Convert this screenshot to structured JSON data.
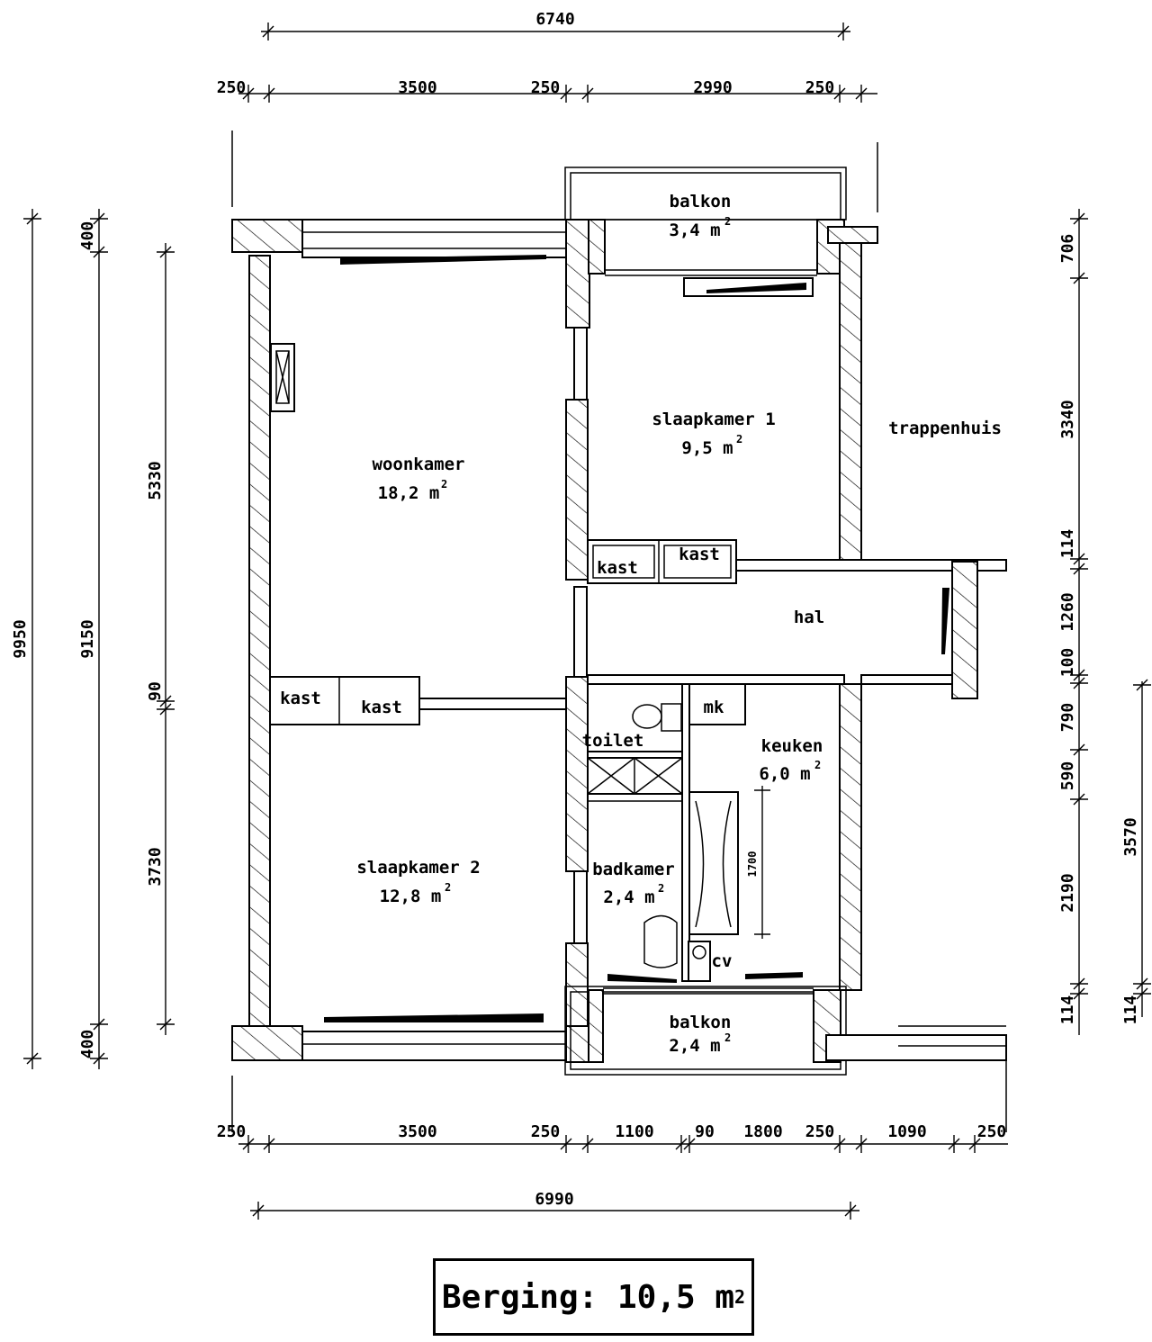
{
  "rooms": {
    "balkon_top": {
      "name": "balkon",
      "area": "3,4 m",
      "unit_sup": "2"
    },
    "slaapkamer1": {
      "name": "slaapkamer 1",
      "area": "9,5 m",
      "unit_sup": "2"
    },
    "trappenhuis": {
      "name": "trappenhuis"
    },
    "woonkamer": {
      "name": "woonkamer",
      "area": "18,2 m",
      "unit_sup": "2"
    },
    "kast1": "kast",
    "kast2": "kast",
    "kast3": "kast",
    "kast4": "kast",
    "hal": "hal",
    "mk": "mk",
    "toilet": "toilet",
    "keuken": {
      "name": "keuken",
      "area": "6,0 m",
      "unit_sup": "2"
    },
    "badkamer": {
      "name": "badkamer",
      "area": "2,4 m",
      "unit_sup": "2"
    },
    "cv": "cv",
    "slaapkamer2": {
      "name": "slaapkamer 2",
      "area": "12,8 m",
      "unit_sup": "2"
    },
    "balkon_bottom": {
      "name": "balkon",
      "area": "2,4 m",
      "unit_sup": "2"
    },
    "bath_dim": "1700"
  },
  "dims": {
    "top_total": "6740",
    "top": [
      "250",
      "3500",
      "250",
      "2990",
      "250"
    ],
    "bottom": [
      "250",
      "3500",
      "250",
      "1100",
      "90",
      "1800",
      "250",
      "1090",
      "250"
    ],
    "bottom_total": "6990",
    "left_outer": "9950",
    "left_mid": [
      "400",
      "9150",
      "400"
    ],
    "left_inner": [
      "5330",
      "90",
      "3730"
    ],
    "right": [
      "706",
      "3340",
      "114",
      "1260",
      "100",
      "790",
      "590",
      "2190",
      "114"
    ],
    "right_outer": [
      "3570",
      "114"
    ]
  },
  "berging": {
    "label": "Berging: 10,5 m",
    "sup": "2"
  }
}
